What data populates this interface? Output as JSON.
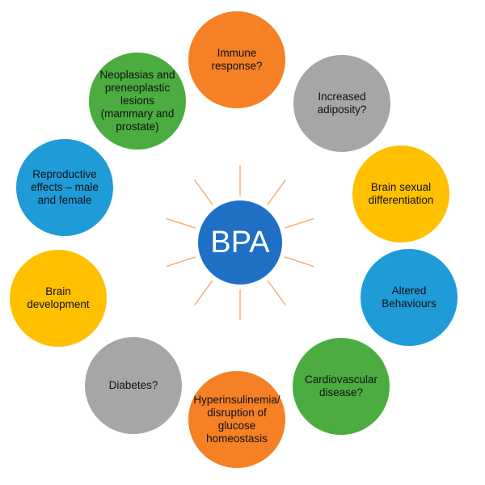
{
  "center": {
    "label": "BPA",
    "color": "#1f6fc5"
  },
  "ray_color": "#f4a46a",
  "effects": [
    {
      "label": "Immune response?",
      "color": "#f58025"
    },
    {
      "label": "Increased adiposity?",
      "color": "#a6a6a6"
    },
    {
      "label": "Brain sexual differentiation",
      "color": "#ffc000"
    },
    {
      "label": "Altered Behaviours",
      "color": "#1f9bd7"
    },
    {
      "label": "Cardiovascular disease?",
      "color": "#4bac3f"
    },
    {
      "label": "Hyperinsulinemia/ disruption of glucose homeostasis",
      "color": "#f58025"
    },
    {
      "label": "Diabetes?",
      "color": "#a6a6a6"
    },
    {
      "label": "Brain development",
      "color": "#ffc000"
    },
    {
      "label": "Reproductive effects – male and female",
      "color": "#1f9bd7"
    },
    {
      "label": "Neoplasias and preneoplastic lesions (mammary and prostate)",
      "color": "#4bac3f"
    }
  ]
}
